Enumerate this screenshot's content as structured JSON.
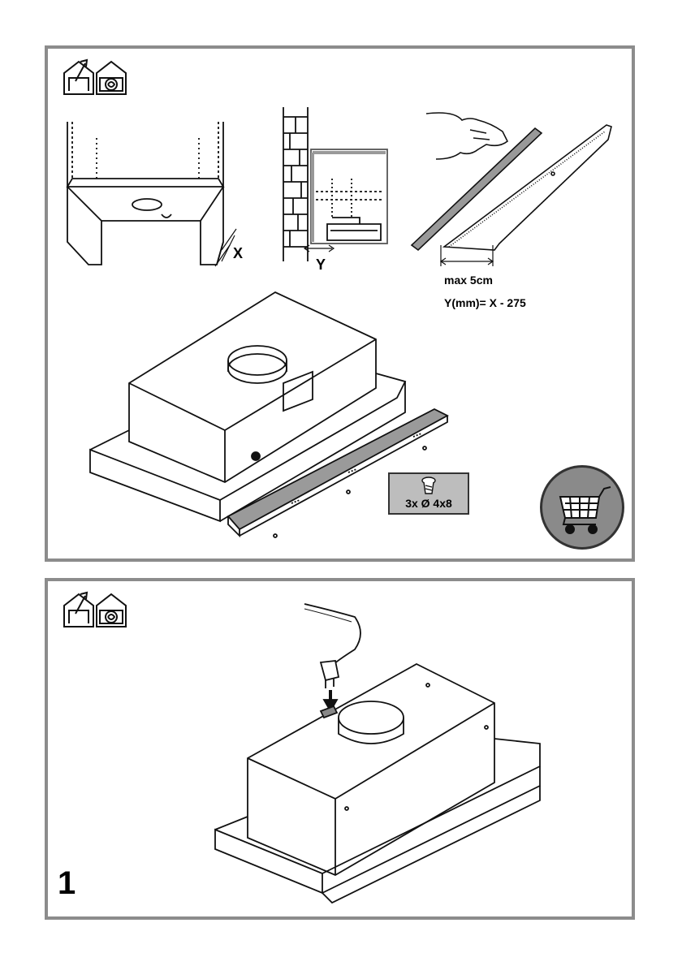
{
  "header_icons": [
    {
      "name": "ducted-exhaust-house-icon"
    },
    {
      "name": "recirculation-house-icon"
    }
  ],
  "top_panel": {
    "label_x": "X",
    "label_y": "Y",
    "max_label": "max 5cm",
    "formula": "Y(mm)= X - 275",
    "screw_label": "3x Ø 4x8",
    "cart_icon": "shopping-cart-icon"
  },
  "bottom_panel": {
    "step_number": "1"
  },
  "colors": {
    "frame": "#8c8c8c",
    "badge": "#8a8a8a",
    "screw_box": "#bdbdbd"
  }
}
